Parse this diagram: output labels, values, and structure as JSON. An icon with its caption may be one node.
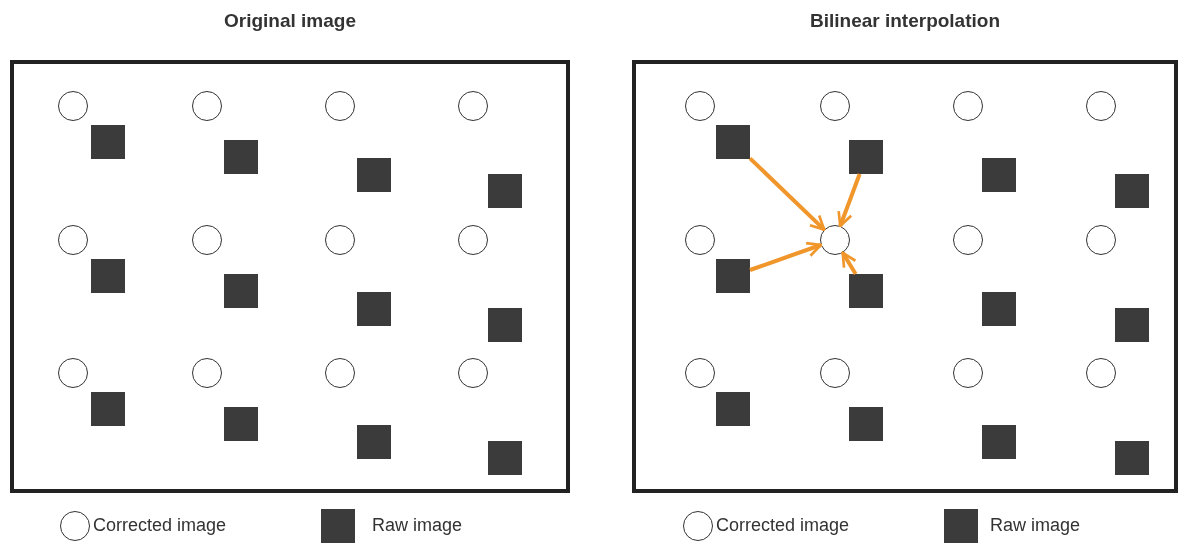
{
  "diagram": {
    "nodes": [
      {
        "text": [
          "Original image"
        ]
      },
      {
        "text": [],
        "shape": "circle",
        "in": 0
      },
      {
        "text": [],
        "shape": "box",
        "in": 0
      },
      {
        "text": [],
        "shape": "circle",
        "in": 0
      },
      {
        "text": [],
        "shape": "box",
        "in": 0
      },
      {
        "text": [],
        "shape": "circle",
        "in": 0
      },
      {
        "text": [],
        "shape": "box",
        "in": 0
      },
      {
        "text": [],
        "shape": "circle",
        "in": 0
      },
      {
        "text": [],
        "shape": "box",
        "in": 0
      },
      {
        "text": [],
        "shape": "circle",
        "in": 0
      },
      {
        "text": [],
        "shape": "box",
        "in": 0
      },
      {
        "text": [],
        "shape": "circle",
        "in": 0
      },
      {
        "text": [],
        "shape": "box",
        "in": 0
      },
      {
        "text": [],
        "shape": "circle",
        "in": 0
      },
      {
        "text": [],
        "shape": "box",
        "in": 0
      },
      {
        "text": [],
        "shape": "circle",
        "in": 0
      },
      {
        "text": [],
        "shape": "box",
        "in": 0
      },
      {
        "text": [],
        "shape": "circle",
        "in": 0
      },
      {
        "text": [],
        "shape": "box",
        "in": 0
      },
      {
        "text": [],
        "shape": "circle",
        "in": 0
      },
      {
        "text": [],
        "shape": "box",
        "in": 0
      },
      {
        "text": [],
        "shape": "circle",
        "in": 0
      },
      {
        "text": [],
        "shape": "box",
        "in": 0
      },
      {
        "text": [],
        "shape": "circle",
        "in": 0
      },
      {
        "text": [],
        "shape": "box",
        "in": 0
      },
      {
        "text": [
          "Bilinear interpolation"
        ]
      },
      {
        "text": [],
        "shape": "circle",
        "in": 25
      },
      {
        "text": [],
        "shape": "box",
        "in": 25
      },
      {
        "text": [],
        "shape": "circle",
        "in": 25
      },
      {
        "text": [],
        "shape": "box",
        "in": 25
      },
      {
        "text": [],
        "shape": "circle",
        "in": 25
      },
      {
        "text": [],
        "shape": "box",
        "in": 25
      },
      {
        "text": [],
        "shape": "circle",
        "in": 25
      },
      {
        "text": [],
        "shape": "box",
        "in": 25
      },
      {
        "text": [],
        "shape": "circle",
        "in": 25
      },
      {
        "text": [],
        "shape": "box",
        "in": 25
      },
      {
        "text": [],
        "shape": "circle",
        "in": 25
      },
      {
        "text": [],
        "shape": "box",
        "in": 25
      },
      {
        "text": [],
        "shape": "circle",
        "in": 25
      },
      {
        "text": [],
        "shape": "box",
        "in": 25
      },
      {
        "text": [],
        "shape": "circle",
        "in": 25
      },
      {
        "text": [],
        "shape": "box",
        "in": 25
      },
      {
        "text": [],
        "shape": "circle",
        "in": 25
      },
      {
        "text": [],
        "shape": "box",
        "in": 25
      },
      {
        "text": [],
        "shape": "circle",
        "in": 25
      },
      {
        "text": [],
        "shape": "box",
        "in": 25
      },
      {
        "text": [],
        "shape": "circle",
        "in": 25
      },
      {
        "text": [],
        "shape": "box",
        "in": 25
      },
      {
        "text": [],
        "shape": "circle",
        "in": 25
      },
      {
        "text": [],
        "shape": "box",
        "in": 25
      }
    ],
    "edges": [
      {
        "from": 27,
        "to": 36,
        "arrow": "to"
      },
      {
        "from": 29,
        "to": 36,
        "arrow": "to"
      },
      {
        "from": 35,
        "to": 36,
        "arrow": "to"
      },
      {
        "from": 37,
        "to": 36,
        "arrow": "to"
      }
    ],
    "legend": [
      {
        "text": "Corrected image"
      },
      {
        "text": "Raw image"
      },
      {
        "text": "Corrected image"
      },
      {
        "text": "Raw image"
      }
    ]
  }
}
